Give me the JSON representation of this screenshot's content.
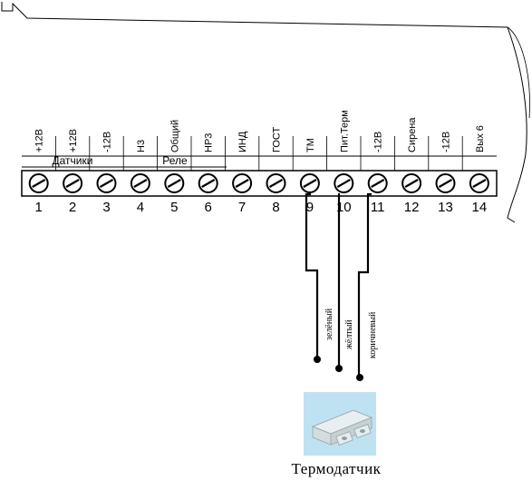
{
  "terminals": [
    {
      "num": "1",
      "label": "+12В"
    },
    {
      "num": "2",
      "label": "+12В"
    },
    {
      "num": "3",
      "label": "-12В"
    },
    {
      "num": "4",
      "label": "Н3"
    },
    {
      "num": "5",
      "label": "Общий"
    },
    {
      "num": "6",
      "label": "НР3"
    },
    {
      "num": "7",
      "label": "ИНД"
    },
    {
      "num": "8",
      "label": "ГОСТ"
    },
    {
      "num": "9",
      "label": "ТМ"
    },
    {
      "num": "10",
      "label": "Пит.Терм"
    },
    {
      "num": "11",
      "label": "-12В"
    },
    {
      "num": "12",
      "label": "Сирена"
    },
    {
      "num": "13",
      "label": "-12В"
    },
    {
      "num": "14",
      "label": "Вых 6"
    }
  ],
  "groups": {
    "sensors": "Датчики",
    "relay": "Реле"
  },
  "wires": [
    {
      "label": "зелёный",
      "terminal": "9"
    },
    {
      "label": "жёлтый",
      "terminal": "10"
    },
    {
      "label": "коричневый",
      "terminal": "11"
    }
  ],
  "sensor_caption": "Термодатчик",
  "colors": {
    "line": "#000000",
    "sensor_bg": "#bfe2f2",
    "sensor_body": "#e8eef0"
  }
}
